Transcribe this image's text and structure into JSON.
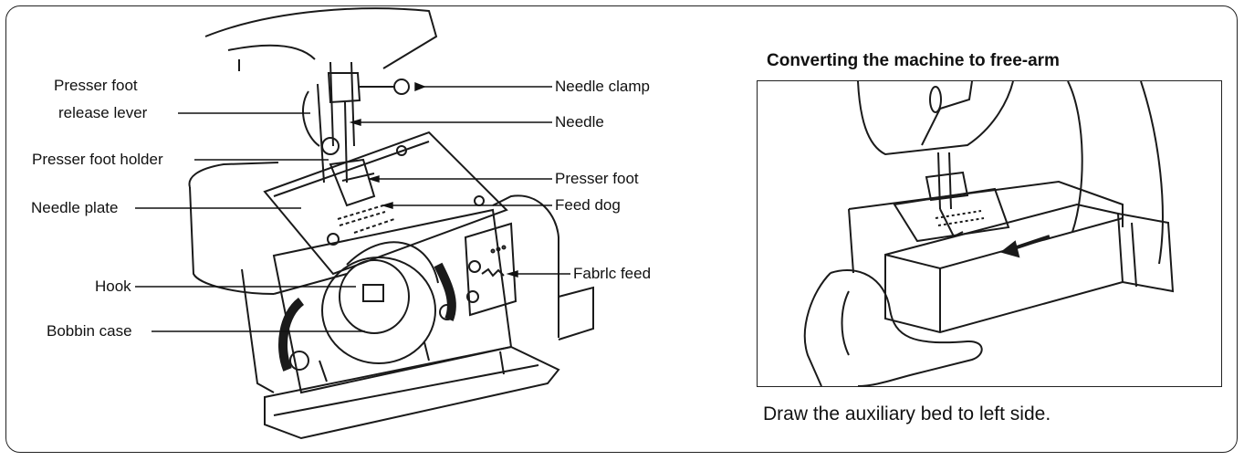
{
  "labels": {
    "presser_foot_line1": "Presser foot",
    "presser_foot_line2": "release lever",
    "presser_foot_holder": "Presser foot holder",
    "needle_plate": "Needle plate",
    "hook": "Hook",
    "bobbin_case": "Bobbin case",
    "needle_clamp": "Needle clamp",
    "needle": "Needle",
    "presser_foot": "Presser foot",
    "feed_dog": "Feed dog",
    "fabric_feed": "Fabrlc feed"
  },
  "inset": {
    "title": "Converting the machine to free-arm",
    "caption": "Draw the auxiliary bed to left side."
  },
  "colors": {
    "ink": "#111111",
    "paper": "#ffffff"
  }
}
